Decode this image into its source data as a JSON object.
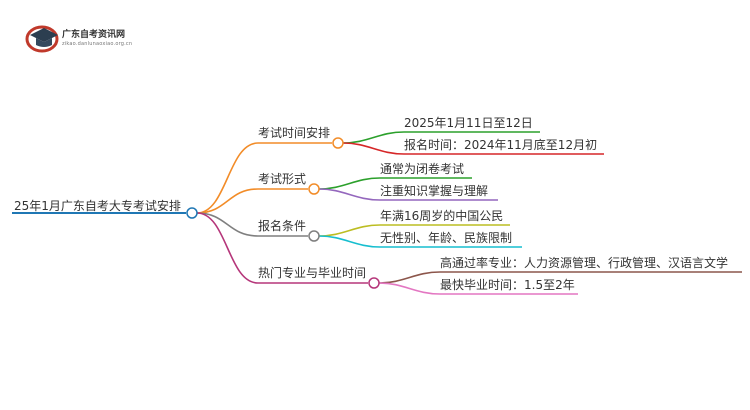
{
  "logo": {
    "title": "广东自考资讯网",
    "subtitle": "zikao.danlunaoxiao.org.cn"
  },
  "root": {
    "label": "25年1月广东自考大专考试安排",
    "color": "#1f77b4"
  },
  "branches": [
    {
      "label": "考试时间安排",
      "color": "#f28c28",
      "children": [
        {
          "label": "2025年1月11日至12日",
          "color": "#2ca02c"
        },
        {
          "label": "报名时间：2024年11月底至12月初",
          "color": "#d62728"
        }
      ]
    },
    {
      "label": "考试形式",
      "color": "#f28c28",
      "children": [
        {
          "label": "通常为闭卷考试",
          "color": "#2ca02c"
        },
        {
          "label": "注重知识掌握与理解",
          "color": "#9467bd"
        }
      ]
    },
    {
      "label": "报名条件",
      "color": "#7f7f7f",
      "children": [
        {
          "label": "年满16周岁的中国公民",
          "color": "#bcbd22"
        },
        {
          "label": "无性别、年龄、民族限制",
          "color": "#17becf"
        }
      ]
    },
    {
      "label": "热门专业与毕业时间",
      "color": "#b5367a",
      "children": [
        {
          "label": "高通过率专业：人力资源管理、行政管理、汉语言文学",
          "color": "#8c564b"
        },
        {
          "label": "最快毕业时间：1.5至2年",
          "color": "#e377c2"
        }
      ]
    }
  ]
}
